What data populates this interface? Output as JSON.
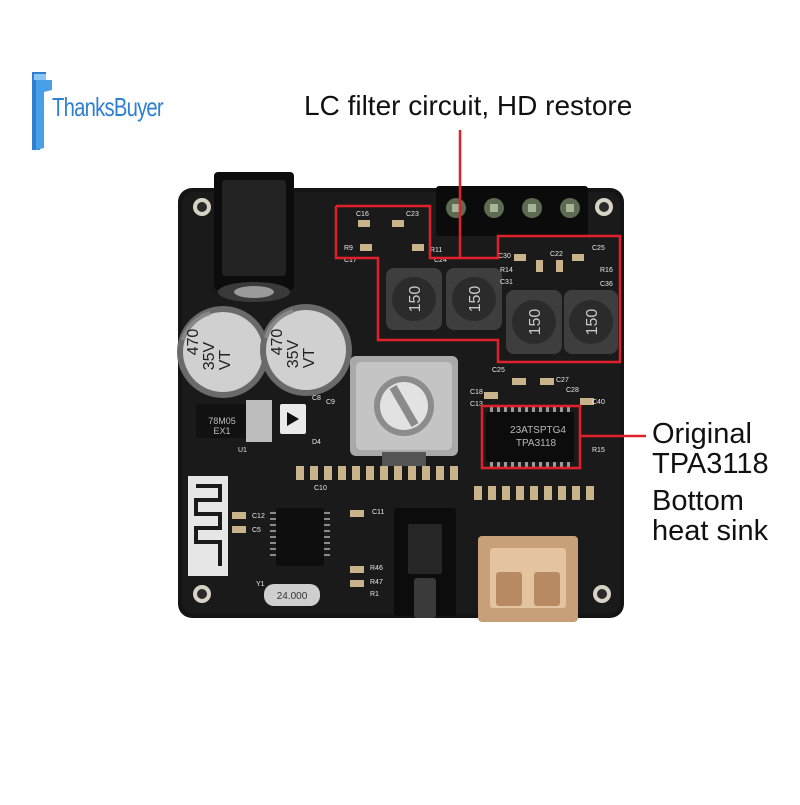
{
  "brand": {
    "name": "ThanksBuyer",
    "color": "#2e7fd0"
  },
  "callouts": {
    "lc_filter": "LC filter circuit, HD restore",
    "chip_line1": "Original",
    "chip_line2": "TPA3118",
    "heatsink_line1": "Bottom",
    "heatsink_line2": "heat sink"
  },
  "accent_color": "#e0202a",
  "board": {
    "capacitors": [
      "470",
      "35V",
      "VT"
    ],
    "inductors": [
      "150",
      "150",
      "150",
      "150"
    ],
    "regulator": [
      "78M05",
      "EX1"
    ],
    "main_chip": [
      "23ATSPTG4",
      "TPA3118"
    ],
    "crystal": "24.000",
    "silkscreen": [
      "C16",
      "C23",
      "R9",
      "C17",
      "R11",
      "C24",
      "C30",
      "R14",
      "C31",
      "C22",
      "C25",
      "R16",
      "C36",
      "C25",
      "C27",
      "C18",
      "C13",
      "C28",
      "C40",
      "R15",
      "C8",
      "D4",
      "C9",
      "U1",
      "C12",
      "C5",
      "C11",
      "Y1",
      "R46",
      "R47",
      "R1",
      "C10"
    ]
  }
}
